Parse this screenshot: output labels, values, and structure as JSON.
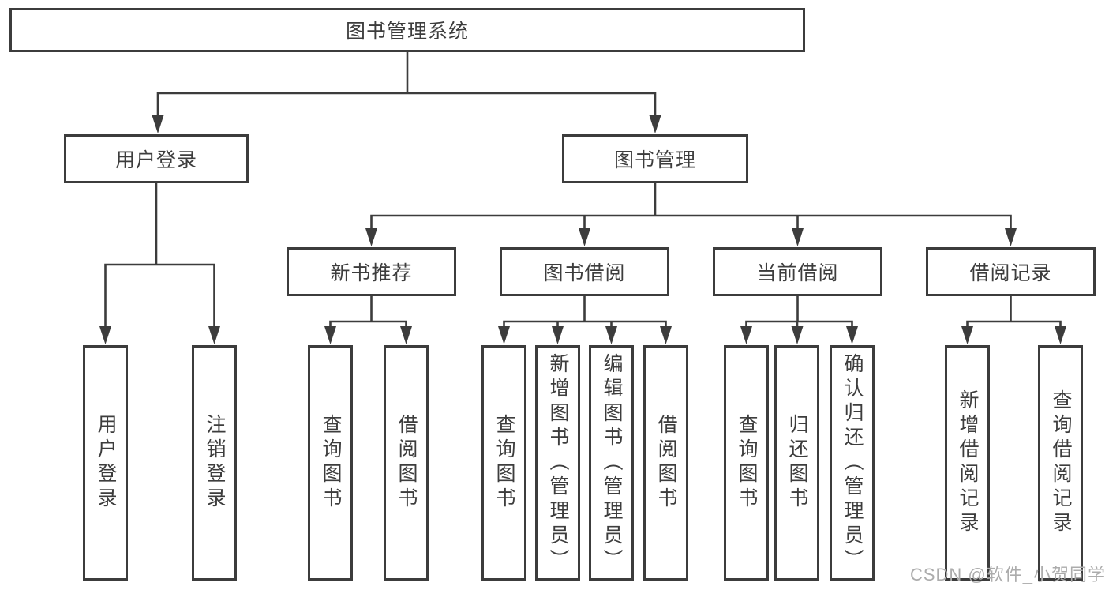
{
  "tree": {
    "root": "图书管理系统",
    "branches": [
      {
        "label": "用户登录",
        "children": [
          "用户登录",
          "注销登录"
        ]
      },
      {
        "label": "图书管理",
        "children": [
          {
            "label": "新书推荐",
            "children": [
              "查询图书",
              "借阅图书"
            ]
          },
          {
            "label": "图书借阅",
            "children": [
              "查询图书",
              "新增图书（管理员）",
              "编辑图书（管理员）",
              "借阅图书"
            ]
          },
          {
            "label": "当前借阅",
            "children": [
              "查询图书",
              "归还图书",
              "确认归还（管理员）"
            ]
          },
          {
            "label": "借阅记录",
            "children": [
              "新增借阅记录",
              "查询借阅记录"
            ]
          }
        ]
      }
    ]
  },
  "watermark": "CSDN @软件_小贺同学",
  "colors": {
    "line": "#3c3c3c",
    "text": "#3d3d3d",
    "watermark": "#acacac",
    "background": "#ffffff"
  }
}
